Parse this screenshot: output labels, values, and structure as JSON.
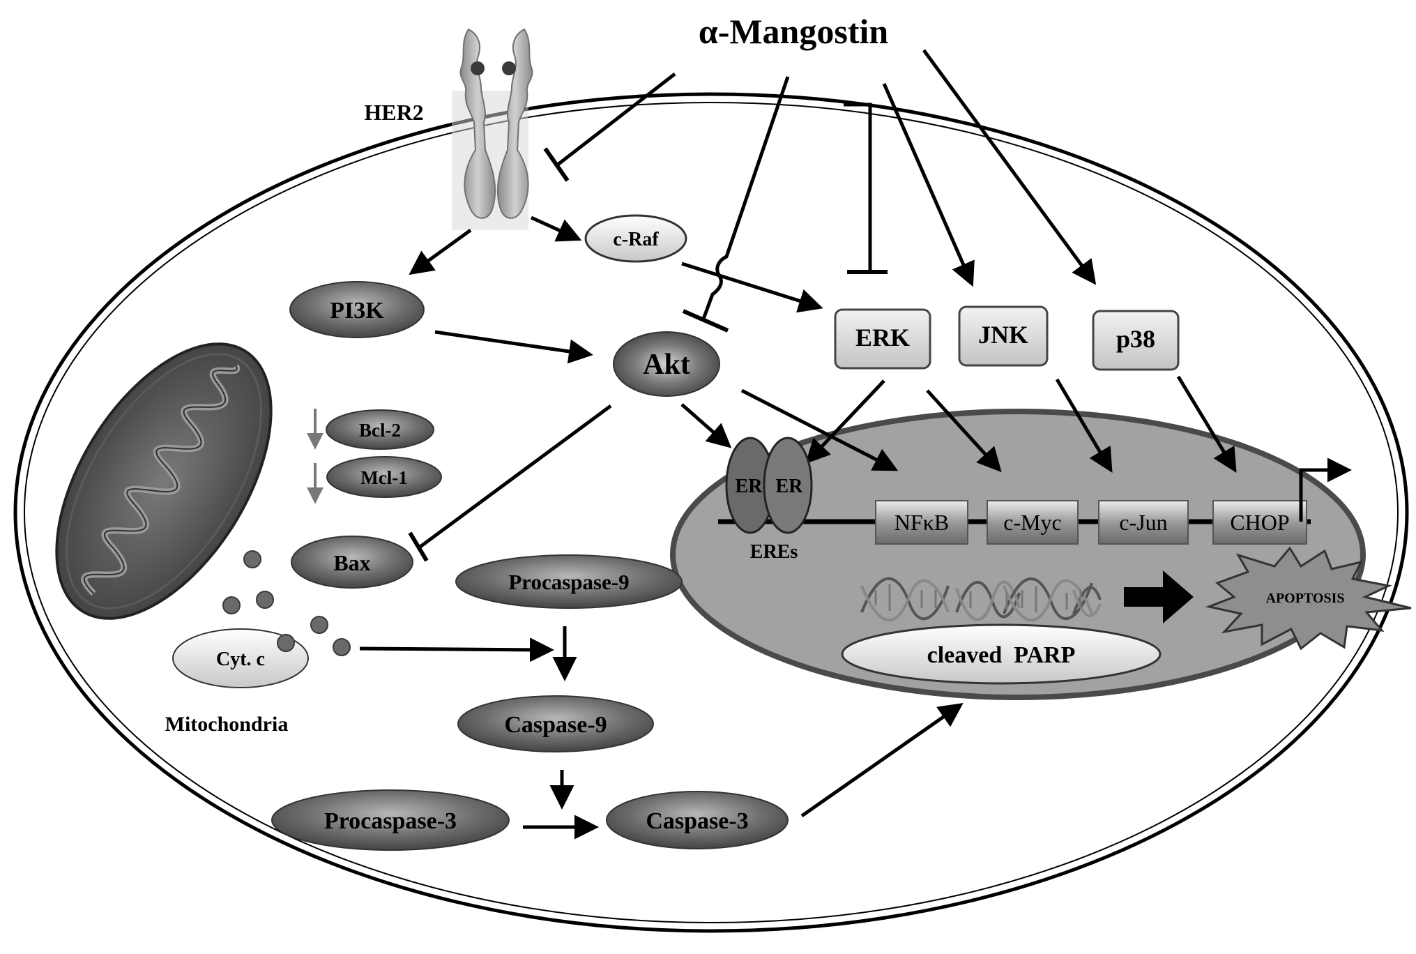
{
  "title": "α-Mangostin",
  "receptor": {
    "label": "HER2"
  },
  "cytoplasm": {
    "c_raf": "c-Raf",
    "pi3k": "PI3K",
    "akt": "Akt",
    "bcl2": "Bcl-2",
    "mcl1": "Mcl-1",
    "bax": "Bax",
    "cyt_c": "Cyt. c",
    "mitochondria": "Mitochondria",
    "procaspase9": "Procaspase-9",
    "caspase9": "Caspase-9",
    "procaspase3": "Procaspase-3",
    "caspase3": "Caspase-3"
  },
  "kinases": {
    "erk": "ERK",
    "jnk": "JNK",
    "p38": "p38"
  },
  "nucleus": {
    "er_left": "ER",
    "er_right": "ER",
    "eres": "EREs",
    "genes": [
      "NFκB",
      "c-Myc",
      "c-Jun",
      "CHOP"
    ],
    "parp": "cleaved  PARP",
    "apoptosis": "APOPTOSIS"
  }
}
